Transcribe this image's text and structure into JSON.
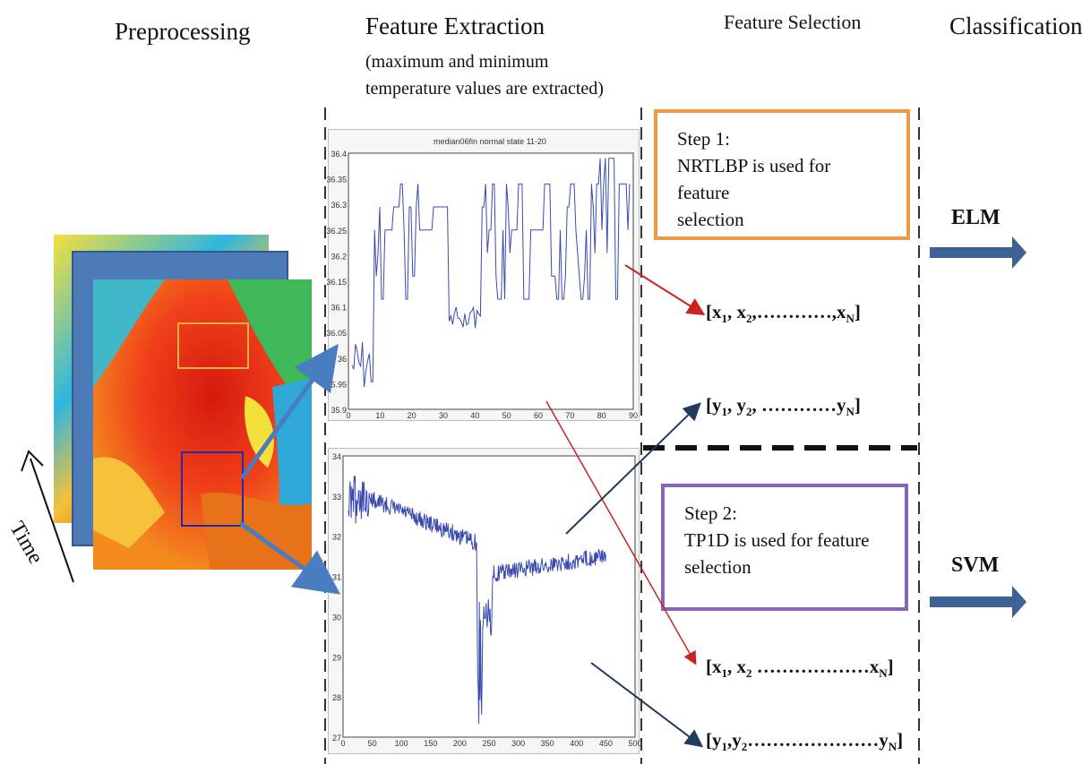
{
  "stages": {
    "preprocessing": "Preprocessing",
    "feature_extraction": "Feature Extraction",
    "feature_extraction_note_1": "(maximum and minimum",
    "feature_extraction_note_2": "temperature values are extracted)",
    "feature_selection": "Feature Selection",
    "classification": "Classification"
  },
  "time_label": "Time",
  "step1": {
    "title": "Step 1:",
    "line1": "NRTLBP is used for feature",
    "line2": "selection",
    "border_color": "#f0994a"
  },
  "step2": {
    "title": "Step 2:",
    "line1": "TP1D is used for feature",
    "line2": "selection",
    "border_color": "#8866b3"
  },
  "vectors": {
    "v1": {
      "open": "[x",
      "s1": "1",
      "m1": ", x",
      "s2": "2",
      "m2": ",…………,x",
      "s3": "N",
      "close": "]"
    },
    "v2": {
      "open": "[y",
      "s1": "1",
      "m1": ", y",
      "s2": "2",
      "m2": ", …………y",
      "s3": "N",
      "close": "]"
    },
    "v3": {
      "open": "[x",
      "s1": "1",
      "m1": ", x",
      "s2": "2",
      "m2": " ………………x",
      "s3": "N",
      "close": "]"
    },
    "v4": {
      "open": "[y",
      "s1": "1",
      "m1": ",y",
      "s2": "2",
      "m2": "…………………y",
      "s3": "N",
      "close": "]"
    }
  },
  "classifiers": {
    "top": "ELM",
    "bottom": "SVM"
  },
  "colors": {
    "blue_arrow": "#4a7cc0",
    "red_arrow": "#cc2222",
    "navy_arrow": "#223a5e",
    "class_arrow": "#3d6396",
    "plot_line": "#3a4bb0"
  },
  "plot_top": {
    "title": "median06fin normal state 11-20",
    "x_ticks": [
      "0",
      "10",
      "20",
      "30",
      "40",
      "50",
      "60",
      "70",
      "80",
      "90"
    ],
    "y_ticks": [
      "36.4",
      "36.35",
      "36.3",
      "36.25",
      "36.2",
      "36.15",
      "36.1",
      "36.05",
      "36",
      "35.95",
      "35.9"
    ]
  },
  "plot_bottom": {
    "x_ticks": [
      "0",
      "50",
      "100",
      "150",
      "200",
      "250",
      "300",
      "350",
      "400",
      "450",
      "500"
    ],
    "y_ticks": [
      "34",
      "33",
      "32",
      "31",
      "30",
      "29",
      "28",
      "27"
    ]
  }
}
